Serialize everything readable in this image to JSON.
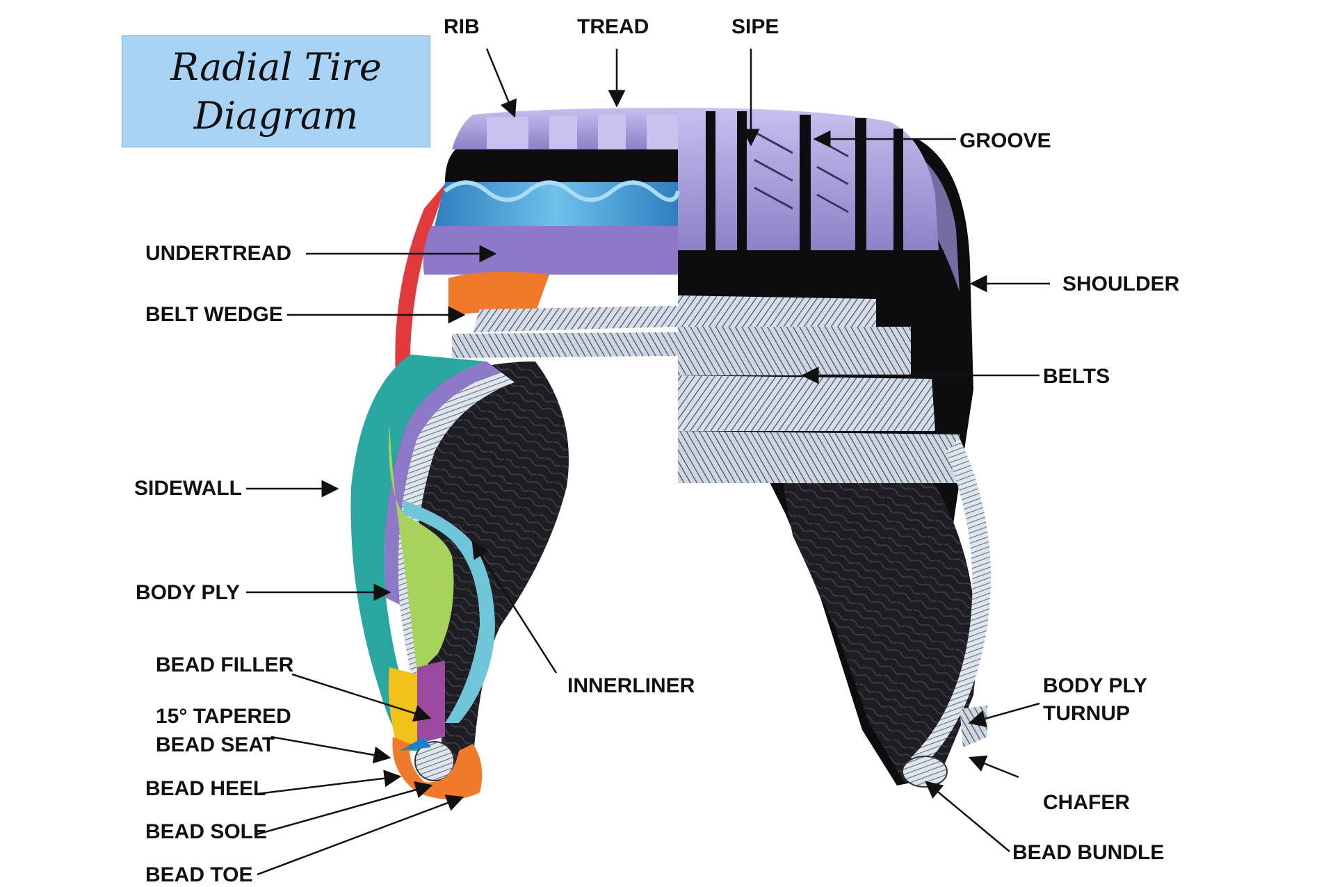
{
  "title": {
    "line1": "Radial Tire",
    "line2": "Diagram"
  },
  "labels": {
    "rib": "RIB",
    "tread": "TREAD",
    "sipe": "SIPE",
    "groove": "GROOVE",
    "undertread": "UNDERTREAD",
    "shoulder": "SHOULDER",
    "belt_wedge": "BELT WEDGE",
    "belts": "BELTS",
    "sidewall": "SIDEWALL",
    "body_ply": "BODY PLY",
    "innerliner": "INNERLINER",
    "bead_filler": "BEAD FILLER",
    "tapered_line1": "15° TAPERED",
    "tapered_line2": "BEAD SEAT",
    "bead_heel": "BEAD HEEL",
    "bead_sole": "BEAD SOLE",
    "bead_toe": "BEAD TOE",
    "body_ply_turnup_line1": "BODY PLY",
    "body_ply_turnup_line2": "TURNUP",
    "chafer": "CHAFER",
    "bead_bundle": "BEAD BUNDLE"
  },
  "colors": {
    "title_bg": "#a9d3f5",
    "tread_purple": "#9b8fd0",
    "undertread_blue": "#4a9fd8",
    "belt_wedge_orange": "#f07a2a",
    "sidewall_teal": "#2aa7a0",
    "filler_green": "#a6d35a",
    "innerliner_cyan": "#6fc6d8",
    "bead_yellow": "#f3c21a",
    "red_layer": "#e23a3a",
    "rubber_black": "#111111"
  }
}
